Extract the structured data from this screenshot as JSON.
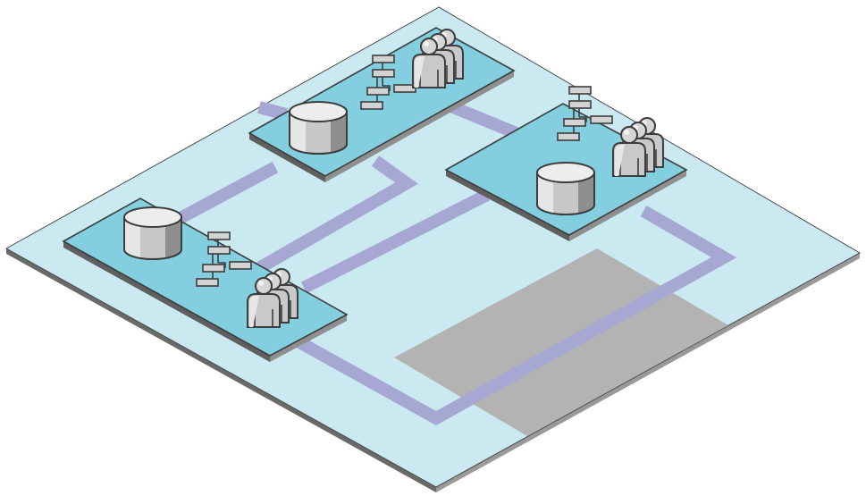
{
  "colors": {
    "base_top": "#cbe9f0",
    "base_edge_left": "#6a6a6a",
    "base_edge_right": "#9a9a9a",
    "platform_top": "#83cfe0",
    "platform_edge": "#6d6d6d",
    "link": "#a6a7d3",
    "gray_area": "#b3b3b3",
    "outline": "#3d3d3d",
    "icon_fill": "#c7c7c7",
    "icon_light": "#e7e7e7",
    "icon_dark": "#8d8d8d"
  },
  "icons": {
    "database": "database-icon",
    "hierarchy": "hierarchy-icon",
    "people": "user-group-icon"
  },
  "platforms": [
    "left-platform",
    "top-platform",
    "right-platform"
  ]
}
